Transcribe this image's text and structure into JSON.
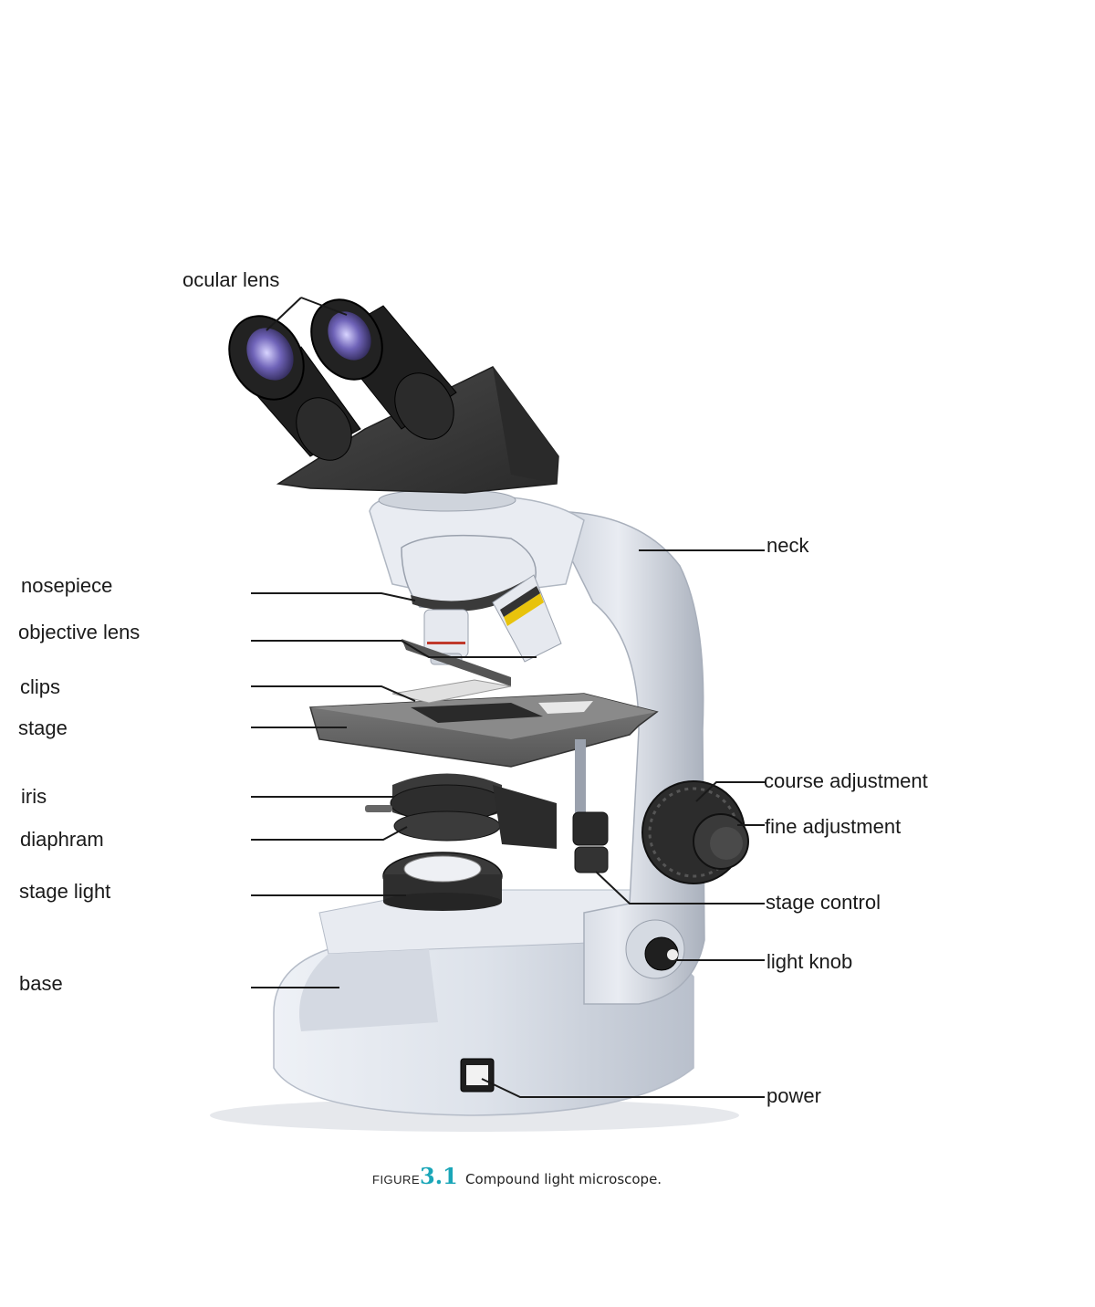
{
  "labels": {
    "ocular_lens": "ocular lens",
    "nosepiece": "nosepiece",
    "objective_lens": "objective lens",
    "clips": "clips",
    "stage": "stage",
    "iris": "iris",
    "diaphram": "diaphram",
    "stage_light": "stage light",
    "base": "base",
    "neck": "neck",
    "course_adjustment": "course adjustment",
    "fine_adjustment": "fine adjustment",
    "stage_control": "stage control",
    "light_knob": "light knob",
    "power": "power"
  },
  "caption": {
    "prefix": "FIGURE",
    "number": "3.1",
    "text": "Compound light microscope."
  },
  "colors": {
    "body": "#dfe4ec",
    "head": "#3a3a3a",
    "accent": "#1aa6b8"
  }
}
